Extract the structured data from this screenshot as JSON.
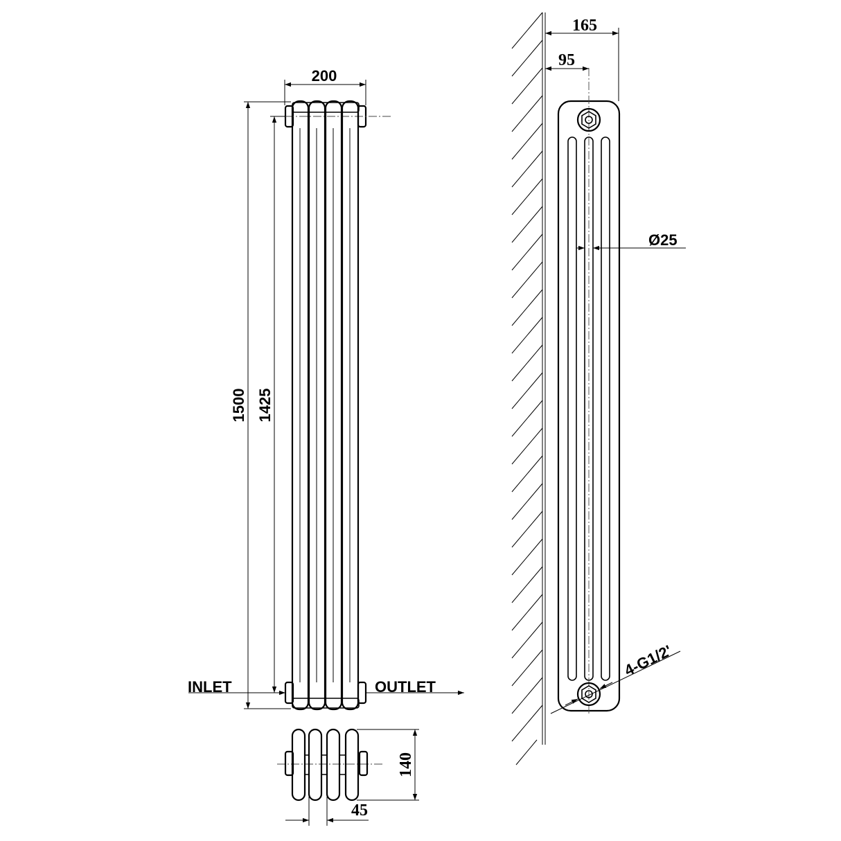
{
  "dimensions": {
    "width": "200",
    "total_height": "1500",
    "pipe_centres": "1425",
    "depth": "165",
    "wall_to_centre": "95",
    "tube_diameter": "Ø25",
    "connections": "4-G1/2'",
    "side_depth": "140",
    "tube_pitch": "45"
  },
  "labels": {
    "inlet": "INLET",
    "outlet": "OUTLET"
  }
}
